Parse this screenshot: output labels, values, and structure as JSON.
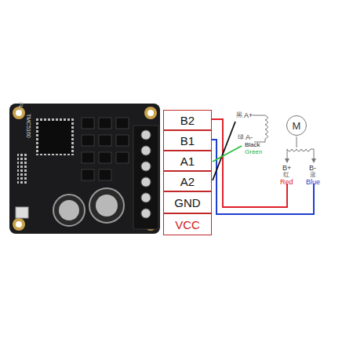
{
  "diagram": {
    "nodes": [
      {
        "text": [
          "B2"
        ]
      },
      {
        "text": [
          "B1"
        ]
      },
      {
        "text": [
          "A1"
        ]
      },
      {
        "text": [
          "A2"
        ]
      },
      {
        "text": [
          "GND"
        ]
      },
      {
        "text": [
          "VCC"
        ]
      },
      {
        "text": [
          "M"
        ]
      }
    ],
    "labels": [
      "FLY",
      "TMC5160",
      "黑",
      "A+",
      "绿",
      "A-",
      "Black",
      "Green",
      "B+",
      "B-",
      "红",
      "蓝",
      "Red",
      "Blue"
    ]
  }
}
